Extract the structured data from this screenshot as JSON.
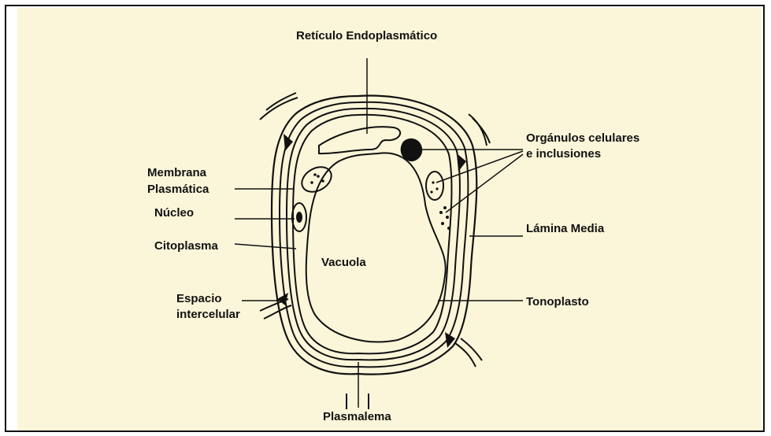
{
  "labels": {
    "reticulo": "Retículo Endoplasmático",
    "organulos_1": "Orgánulos celulares",
    "organulos_2": "e inclusiones",
    "membrana_1": "Membrana",
    "membrana_2": "Plasmática",
    "nucleo": "Núcleo",
    "citoplasma": "Citoplasma",
    "vacuola": "Vacuola",
    "lamina": "Lámina Media",
    "espacio_1": "Espacio",
    "espacio_2": "intercelular",
    "tonoplasto": "Tonoplasto",
    "plasmalema": "Plasmalema"
  },
  "colors": {
    "paper": "#fbf6d9",
    "ink": "#111111"
  }
}
